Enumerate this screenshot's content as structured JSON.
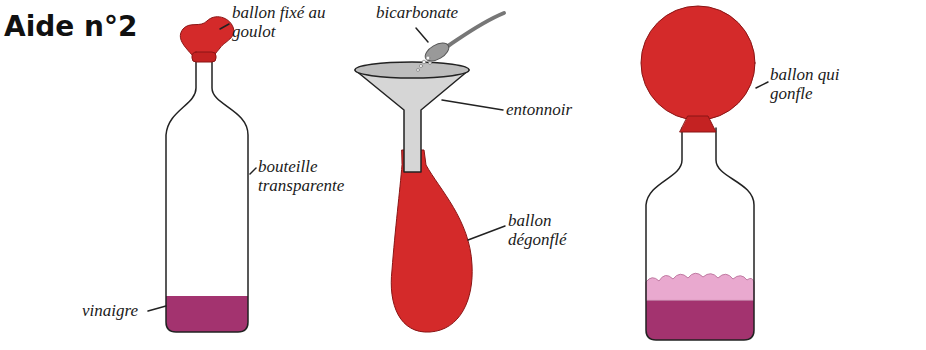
{
  "diagram": {
    "title": "Aide n°2",
    "labels": [
      "ballon fixé au goulot",
      "bouteille transparente",
      "vinaigre",
      "bicarbonate",
      "entonnoir",
      "ballon dégonflé",
      "ballon qui gonfle"
    ]
  }
}
